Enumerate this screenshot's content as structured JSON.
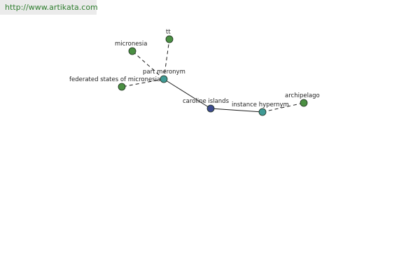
{
  "header": {
    "url": "http://www.artikata.com"
  },
  "graph": {
    "nodes": [
      {
        "id": "caroline-islands",
        "label": "caroline islands",
        "color": "#3d4b8f"
      },
      {
        "id": "part-meronym",
        "label": "part meronym",
        "color": "#3f9a95"
      },
      {
        "id": "instance-hypernym",
        "label": "instance hypernym",
        "color": "#3f9a95"
      },
      {
        "id": "micronesia",
        "label": "micronesia",
        "color": "#4a8f42"
      },
      {
        "id": "tt",
        "label": "tt",
        "color": "#4a8f42"
      },
      {
        "id": "federated-states-of-micronesia",
        "label": "federated states of micronesia",
        "color": "#4a8f42"
      },
      {
        "id": "archipelago",
        "label": "archipelago",
        "color": "#4a8f42"
      }
    ],
    "edges": [
      {
        "from": "caroline-islands",
        "to": "part-meronym",
        "style": "solid"
      },
      {
        "from": "caroline-islands",
        "to": "instance-hypernym",
        "style": "solid"
      },
      {
        "from": "part-meronym",
        "to": "micronesia",
        "style": "dashed"
      },
      {
        "from": "part-meronym",
        "to": "tt",
        "style": "dashed"
      },
      {
        "from": "part-meronym",
        "to": "federated-states-of-micronesia",
        "style": "dashed"
      },
      {
        "from": "instance-hypernym",
        "to": "archipelago",
        "style": "dashed"
      }
    ]
  }
}
